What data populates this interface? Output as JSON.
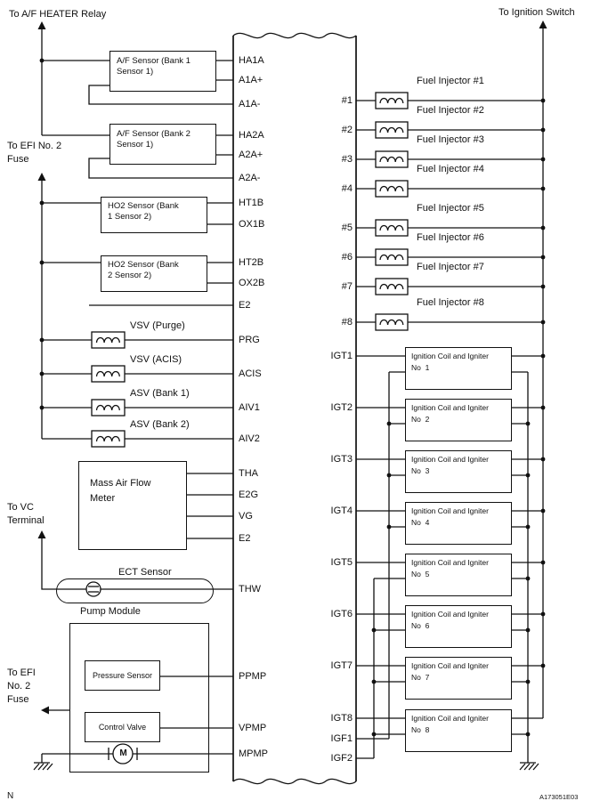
{
  "page": {
    "note_letter": "N",
    "doc_code": "A173051E03"
  },
  "colors": {
    "ink": "#111111",
    "background": "#ffffff"
  },
  "icons": {
    "up_arrow": "▲",
    "left_arrow": "◄",
    "ground": "⏚",
    "motor": "M",
    "coil": "∿",
    "junction": "•"
  },
  "external_labels": {
    "af_heater_relay": "To A/F HEATER Relay",
    "ignition_switch": "To Ignition Switch",
    "efi_fuse_top": {
      "line1": "To EFI No. 2",
      "line2": "Fuse"
    },
    "vc_terminal": {
      "line1": "To VC",
      "line2": "Terminal"
    },
    "efi_fuse_bottom": {
      "line1": "To EFI",
      "line2": "No. 2",
      "line3": "Fuse"
    }
  },
  "ecm": {
    "left_pins": [
      {
        "label": "HA1A"
      },
      {
        "label": "A1A+"
      },
      {
        "label": "A1A-"
      },
      {
        "label": "HA2A"
      },
      {
        "label": "A2A+"
      },
      {
        "label": "A2A-"
      },
      {
        "label": "HT1B"
      },
      {
        "label": "OX1B"
      },
      {
        "label": "HT2B"
      },
      {
        "label": "OX2B"
      },
      {
        "label": "E2"
      },
      {
        "label": "PRG"
      },
      {
        "label": "ACIS"
      },
      {
        "label": "AIV1"
      },
      {
        "label": "AIV2"
      },
      {
        "label": "THA"
      },
      {
        "label": "E2G"
      },
      {
        "label": "VG"
      },
      {
        "label": "E2"
      },
      {
        "label": "THW"
      },
      {
        "label": "PPMP"
      },
      {
        "label": "VPMP"
      },
      {
        "label": "MPMP"
      }
    ],
    "right_pins": [
      {
        "label": "#1"
      },
      {
        "label": "#2"
      },
      {
        "label": "#3"
      },
      {
        "label": "#4"
      },
      {
        "label": "#5"
      },
      {
        "label": "#6"
      },
      {
        "label": "#7"
      },
      {
        "label": "#8"
      },
      {
        "label": "IGT1"
      },
      {
        "label": "IGT2"
      },
      {
        "label": "IGT3"
      },
      {
        "label": "IGT4"
      },
      {
        "label": "IGT5"
      },
      {
        "label": "IGT6"
      },
      {
        "label": "IGT7"
      },
      {
        "label": "IGT8"
      },
      {
        "label": "IGF1"
      },
      {
        "label": "IGF2"
      }
    ]
  },
  "components": {
    "af_sensor_1": {
      "line1": "A/F Sensor (Bank 1",
      "line2": "Sensor 1)"
    },
    "af_sensor_2": {
      "line1": "A/F Sensor (Bank 2",
      "line2": "Sensor 1)"
    },
    "ho2_sensor_1": {
      "line1": "HO2 Sensor (Bank",
      "line2": "1 Sensor 2)"
    },
    "ho2_sensor_2": {
      "line1": "HO2 Sensor (Bank",
      "line2": "2 Sensor 2)"
    },
    "vsv_purge": {
      "label": "VSV (Purge)"
    },
    "vsv_acis": {
      "label": "VSV (ACIS)"
    },
    "asv_bank1": {
      "label": "ASV (Bank 1)"
    },
    "asv_bank2": {
      "label": "ASV (Bank 2)"
    },
    "maf": {
      "line1": "Mass Air Flow",
      "line2": "Meter"
    },
    "ect": {
      "label": "ECT Sensor"
    },
    "pump_module": {
      "label": "Pump Module"
    },
    "pressure_sensor": {
      "label": "Pressure Sensor"
    },
    "control_valve": {
      "label": "Control Valve"
    },
    "pump_motor": {
      "label": "M"
    }
  },
  "injectors": [
    {
      "label": "Fuel Injector #1"
    },
    {
      "label": "Fuel Injector #2"
    },
    {
      "label": "Fuel Injector #3"
    },
    {
      "label": "Fuel Injector #4"
    },
    {
      "label": "Fuel Injector #5"
    },
    {
      "label": "Fuel Injector #6"
    },
    {
      "label": "Fuel Injector #7"
    },
    {
      "label": "Fuel Injector #8"
    }
  ],
  "igniters": [
    {
      "line1": "Ignition Coil and Igniter",
      "line2": "No  1"
    },
    {
      "line1": "Ignition Coil and Igniter",
      "line2": "No  2"
    },
    {
      "line1": "Ignition Coil and Igniter",
      "line2": "No  3"
    },
    {
      "line1": "Ignition Coil and Igniter",
      "line2": "No  4"
    },
    {
      "line1": "Ignition Coil and Igniter",
      "line2": "No  5"
    },
    {
      "line1": "Ignition Coil and Igniter",
      "line2": "No  6"
    },
    {
      "line1": "Ignition Coil and Igniter",
      "line2": "No  7"
    },
    {
      "line1": "Ignition Coil and Igniter",
      "line2": "No  8"
    }
  ]
}
